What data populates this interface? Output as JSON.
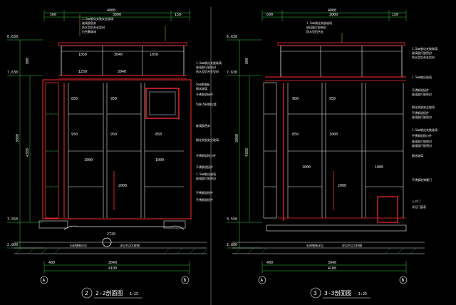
{
  "colors": {
    "background": "#000000",
    "structure_red": "#ff2a2a",
    "glass_grid_white": "#e6e6e6",
    "dimension_green": "#2ecc40",
    "note_yellow": "#ffe44d",
    "frame_grey": "#9a9a9a",
    "hatch_green": "#39b54a"
  },
  "left_section": {
    "title": "2-2剖面图",
    "scale": "1:25",
    "callout_number": "2",
    "top_dims": {
      "d1": "500",
      "d2": "3000",
      "d3": "4000",
      "d4": "150"
    },
    "inner_dims": {
      "d1": "1050",
      "d2": "3040",
      "d3": "1050",
      "d4": "1250",
      "d5": "3040"
    },
    "levels": [
      "6.630",
      "7.630",
      "3.550",
      "2.800"
    ],
    "vertical_dims": [
      "800",
      "3080",
      "4380"
    ],
    "bay_dims": [
      "850",
      "950",
      "950",
      "1000",
      "950",
      "1000",
      "850"
    ],
    "door_dim": "2000",
    "axis_labels": [
      "A",
      "B"
    ],
    "bottom_dims": {
      "b1": "2720",
      "b2": "4100",
      "b3": "3040",
      "b4": "400"
    },
    "notes_top": [
      "1.5mm钢化夹胶安全玻璃",
      "玻璃胶密封",
      "防水型铝合金型材",
      "白色氟碳漆"
    ],
    "notes_right": [
      "1.5mm钢化夹胶玻璃",
      "玻璃胶打胶密封",
      "防水型铝合金型材",
      "5mm厚钢板",
      "钢化玻璃",
      "不锈钢驳接件",
      "500x500钢方管",
      "玻璃胶密封",
      "钢化夹胶安全玻璃",
      "不锈钢驳接爪件",
      "不锈钢驳接件",
      "1.5mm钢化玻璃",
      "玻璃胶打胶密封",
      "不锈钢驳接件",
      "不锈钢驳接件"
    ],
    "notes_bottom": [
      "石材铺装详见",
      "详见节点大样图"
    ]
  },
  "right_section": {
    "title": "3-3剖面图",
    "scale": "1:25",
    "callout_number": "3",
    "top_dims": {
      "d1": "500",
      "d2": "3000",
      "d3": "4000",
      "d4": "150"
    },
    "levels": [
      "6.630",
      "7.630",
      "3.550",
      "2.800"
    ],
    "vertical_dims": [
      "800",
      "3080",
      "4380"
    ],
    "bay_dims": [
      "900",
      "850",
      "950",
      "1000",
      "1000",
      "1000"
    ],
    "door_dim": "2000",
    "axis_labels": [
      "A",
      "B"
    ],
    "bottom_dims": {
      "b1": "4100",
      "b2": "3040",
      "b3": "400"
    },
    "notes_top": [
      "1.5mm钢化夹胶玻璃",
      "玻璃胶打胶密封",
      "防水型铝合金"
    ],
    "notes_right": [
      "1.5mm钢化夹胶玻璃",
      "玻璃胶打胶密封",
      "防水型铝合金型材",
      "1.5mm钢化玻璃",
      "不锈钢驳接件",
      "玻璃胶打胶密封",
      "钢化夹胶安全玻璃",
      "不锈钢驳接件",
      "玻璃胶打胶密封",
      "1.5mm钢化夹胶玻璃",
      "不锈钢驳接爪件",
      "玻璃胶打胶密封",
      "玻璃胶打胶密封",
      "钢化玻璃",
      "不锈钢地弹簧门",
      "入户门",
      "详见门窗表"
    ],
    "notes_bottom": [
      "石材铺装详见",
      "详见节点大样图"
    ]
  }
}
